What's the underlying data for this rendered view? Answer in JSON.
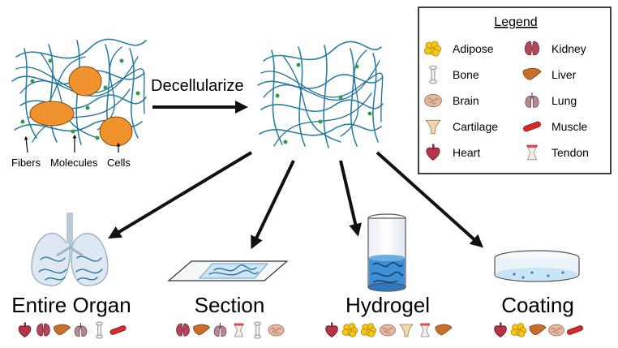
{
  "labels": {
    "process": "Decellularize",
    "fibers": "Fibers",
    "molecules": "Molecules",
    "cells": "Cells"
  },
  "legend": {
    "title": "Legend",
    "items": [
      {
        "label": "Adipose",
        "icon": "adipose-icon",
        "color": "#f5c518"
      },
      {
        "label": "Kidney",
        "icon": "kidney-icon",
        "color": "#b5455a"
      },
      {
        "label": "Bone",
        "icon": "bone-icon",
        "color": "#e9e6dc"
      },
      {
        "label": "Liver",
        "icon": "liver-icon",
        "color": "#c8702a"
      },
      {
        "label": "Brain",
        "icon": "brain-icon",
        "color": "#e6b8a2"
      },
      {
        "label": "Lung",
        "icon": "lung-icon",
        "color": "#b78a90"
      },
      {
        "label": "Cartilage",
        "icon": "cartilage-icon",
        "color": "#efd7b0"
      },
      {
        "label": "Muscle",
        "icon": "muscle-icon",
        "color": "#d92b2b"
      },
      {
        "label": "Heart",
        "icon": "heart-icon",
        "color": "#b8334a"
      },
      {
        "label": "Tendon",
        "icon": "tendon-icon",
        "color": "#e8e0d6"
      }
    ]
  },
  "outputs": [
    {
      "label": "Entire Organ",
      "icons": [
        "heart-icon",
        "kidney-icon",
        "liver-icon",
        "lung-icon",
        "bone-icon",
        "muscle-icon"
      ]
    },
    {
      "label": "Section",
      "icons": [
        "kidney-icon",
        "liver-icon",
        "lung-icon",
        "tendon-icon",
        "bone-icon",
        "brain-icon"
      ]
    },
    {
      "label": "Hydrogel",
      "icons": [
        "heart-icon",
        "adipose-icon",
        "adipose-icon",
        "brain-icon",
        "cartilage-icon",
        "tendon-icon",
        "liver-icon"
      ]
    },
    {
      "label": "Coating",
      "icons": [
        "heart-icon",
        "adipose-icon",
        "liver-icon",
        "brain-icon",
        "muscle-icon"
      ]
    }
  ],
  "colors": {
    "fiber": "#2a7fa6",
    "cell": "#f0922e",
    "molecule": "#2e9b4a",
    "gel": "#3d8fd6"
  }
}
